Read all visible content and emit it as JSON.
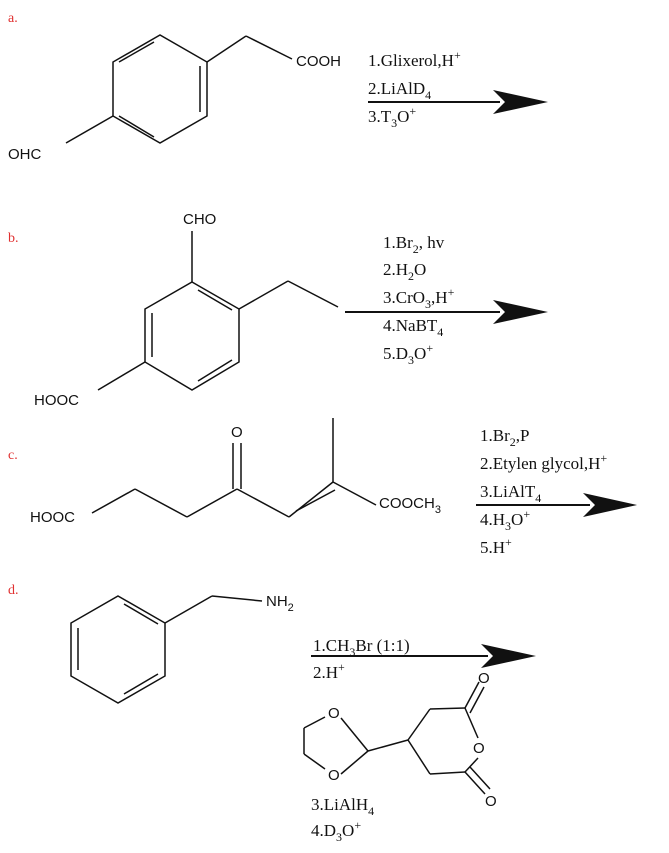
{
  "colors": {
    "section_mark": "#e03030",
    "ink": "#111111",
    "background": "#ffffff"
  },
  "problems": [
    {
      "mark": "a.",
      "groups": {
        "acid": "COOH",
        "aldehyde": "OHC"
      },
      "steps": [
        {
          "prefix": "1.Glixerol,H",
          "sup": "+"
        },
        {
          "prefix": "2.LiAlD",
          "sub": "4"
        },
        {
          "prefix": "3.T",
          "sub": "3",
          "mid": "O",
          "sup": "+"
        }
      ]
    },
    {
      "mark": "b.",
      "groups": {
        "aldehyde": "CHO",
        "acid": "HOOC"
      },
      "steps": [
        {
          "prefix": "1.Br",
          "sub": "2",
          "suffix": ", hv"
        },
        {
          "prefix": "2.H",
          "sub": "2",
          "suffix": "O"
        },
        {
          "prefix": "3.CrO",
          "sub": "3",
          "suffix": ",H",
          "sup": "+"
        },
        {
          "prefix": "4.NaBT",
          "sub": "4"
        },
        {
          "prefix": "5.D",
          "sub": "3",
          "mid": "O",
          "sup": "+"
        }
      ]
    },
    {
      "mark": "c.",
      "groups": {
        "ketone_o": "O",
        "acid": "HOOC",
        "ester": "COOCH",
        "ester_sub": "3"
      },
      "steps": [
        {
          "prefix": "1.Br",
          "sub": "2",
          "suffix": ",P"
        },
        {
          "prefix": "2.Etylen glycol,H",
          "sup": "+"
        },
        {
          "prefix": "3.LiAlT",
          "sub": "4"
        },
        {
          "prefix": "4.H",
          "sub": "3",
          "mid": "O",
          "sup": "+"
        },
        {
          "prefix": "5.H",
          "sup": "+"
        }
      ]
    },
    {
      "mark": "d.",
      "groups": {
        "amine": "NH",
        "amine_sub": "2",
        "ring_o": "O"
      },
      "steps": [
        {
          "prefix": "1.CH",
          "sub": "3",
          "suffix": "Br (1:1)"
        },
        {
          "prefix": "2.H",
          "sup": "+"
        },
        {
          "prefix": "3.LiAlH",
          "sub": "4"
        },
        {
          "prefix": "4.D",
          "sub": "3",
          "mid": "O",
          "sup": "+"
        }
      ]
    }
  ]
}
